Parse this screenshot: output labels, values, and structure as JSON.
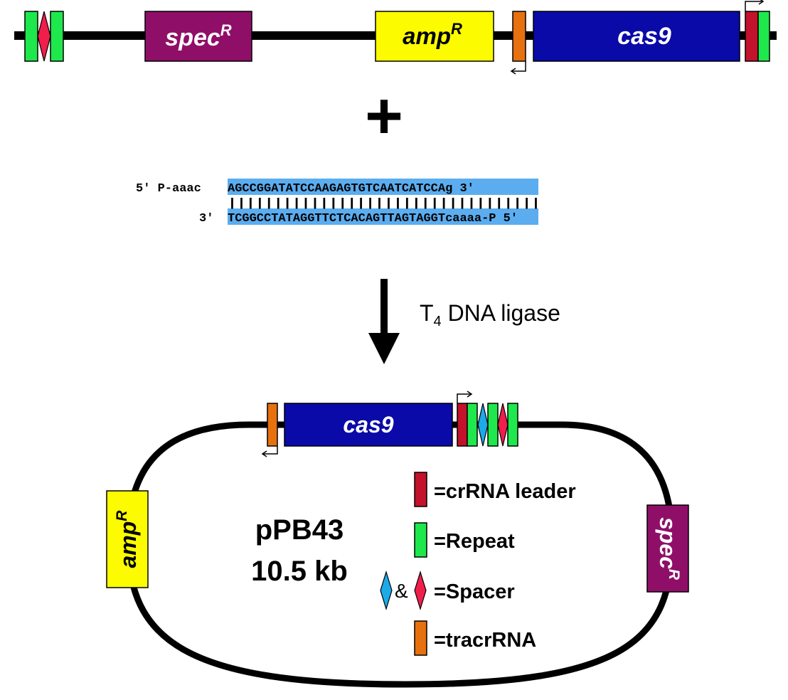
{
  "linear_construct": {
    "specR_label": "spec",
    "specR_sup": "R",
    "ampR_label": "amp",
    "ampR_sup": "R",
    "cas9_label": "cas9"
  },
  "plus_symbol": "+",
  "oligo": {
    "top_prefix": "5' P-aaac",
    "top_highlight": "AGCCGGATATCCAAGAGTGTCAATCATCCA",
    "top_suffix": "g 3'",
    "bottom_prefix": "3' ",
    "bottom_highlight": "TCGGCCTATAGGTTCTCACAGTTAGTAGGT",
    "bottom_suffix": "caaaa-P 5'",
    "pairing": "||||||||||||||||||||||||||||||||||",
    "highlight_color": "#5badf0"
  },
  "ligation": {
    "enzyme_prefix": "T",
    "enzyme_sub": "4",
    "enzyme_suffix": " DNA ligase"
  },
  "plasmid": {
    "name": "pPB43",
    "size": "10.5 kb",
    "cas9_label": "cas9",
    "ampR_label": "amp",
    "ampR_sup": "R",
    "specR_label": "spec",
    "specR_sup": "R"
  },
  "legend": {
    "items": [
      {
        "label": "=crRNA leader",
        "color": "#c3122b"
      },
      {
        "label": "=Repeat",
        "color": "#1ee84c"
      },
      {
        "label": "=Spacer",
        "color": "#1ea9e8",
        "alt_color": "#f01e4b",
        "joiner": "&"
      },
      {
        "label": "=tracrRNA",
        "color": "#e7700f"
      }
    ]
  },
  "colors": {
    "specR": "#8f0f68",
    "ampR": "#fdfb00",
    "cas9": "#0a0aa8",
    "crRNA_leader": "#c3122b",
    "repeat": "#1ee84c",
    "spacer_blue": "#1ea9e8",
    "spacer_red": "#f01e4b",
    "tracrRNA": "#e7700f",
    "backbone": "#000000"
  }
}
